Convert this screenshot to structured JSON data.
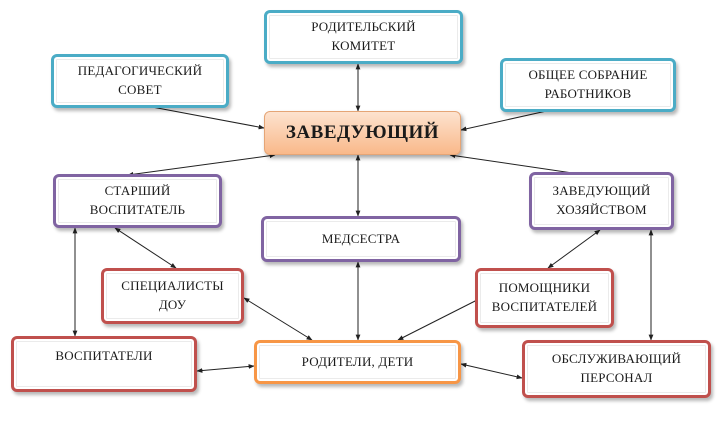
{
  "nodes": {
    "parent_committee": {
      "lines": [
        "РОДИТЕЛЬСКИЙ",
        "КОМИТЕТ"
      ],
      "color": "#4bacc6"
    },
    "ped_council": {
      "lines": [
        "ПЕДАГОГИЧЕСКИЙ",
        "СОВЕТ"
      ],
      "color": "#4bacc6"
    },
    "general_meeting": {
      "lines": [
        "ОБЩЕЕ СОБРАНИЕ",
        "РАБОТНИКОВ"
      ],
      "color": "#4bacc6"
    },
    "head": {
      "lines": [
        "ЗАВЕДУЮЩИЙ"
      ],
      "color": "#f9b98a"
    },
    "senior_teacher": {
      "lines": [
        "СТАРШИЙ",
        "ВОСПИТАТЕЛЬ"
      ],
      "color": "#8064a2"
    },
    "nurse": {
      "lines": [
        "МЕДСЕСТРА"
      ],
      "color": "#8064a2"
    },
    "supply_manager": {
      "lines": [
        "ЗАВЕДУЮЩИЙ",
        "ХОЗЯЙСТВОМ"
      ],
      "color": "#8064a2"
    },
    "specialists": {
      "lines": [
        "СПЕЦИАЛИСТЫ",
        "ДОУ"
      ],
      "color": "#c0504d"
    },
    "assistants": {
      "lines": [
        "ПОМОЩНИКИ",
        "ВОСПИТАТЕЛЕЙ"
      ],
      "color": "#c0504d"
    },
    "teachers": {
      "lines": [
        "ВОСПИТАТЕЛИ"
      ],
      "color": "#c0504d"
    },
    "parents_children": {
      "lines": [
        "РОДИТЕЛИ, ДЕТИ"
      ],
      "color": "#f79646"
    },
    "service_staff": {
      "lines": [
        "ОБСЛУЖИВАЮЩИЙ",
        "ПЕРСОНАЛ"
      ],
      "color": "#c0504d"
    }
  },
  "connections": [
    {
      "from": "head",
      "to": "parent_committee"
    },
    {
      "from": "head",
      "to": "ped_council"
    },
    {
      "from": "head",
      "to": "general_meeting"
    },
    {
      "from": "head",
      "to": "senior_teacher"
    },
    {
      "from": "head",
      "to": "nurse"
    },
    {
      "from": "head",
      "to": "supply_manager"
    },
    {
      "from": "senior_teacher",
      "to": "teachers"
    },
    {
      "from": "senior_teacher",
      "to": "specialists"
    },
    {
      "from": "nurse",
      "to": "parents_children"
    },
    {
      "from": "specialists",
      "to": "parents_children"
    },
    {
      "from": "teachers",
      "to": "parents_children"
    },
    {
      "from": "assistants",
      "to": "parents_children"
    },
    {
      "from": "supply_manager",
      "to": "assistants"
    },
    {
      "from": "supply_manager",
      "to": "service_staff"
    },
    {
      "from": "parents_children",
      "to": "service_staff"
    }
  ]
}
